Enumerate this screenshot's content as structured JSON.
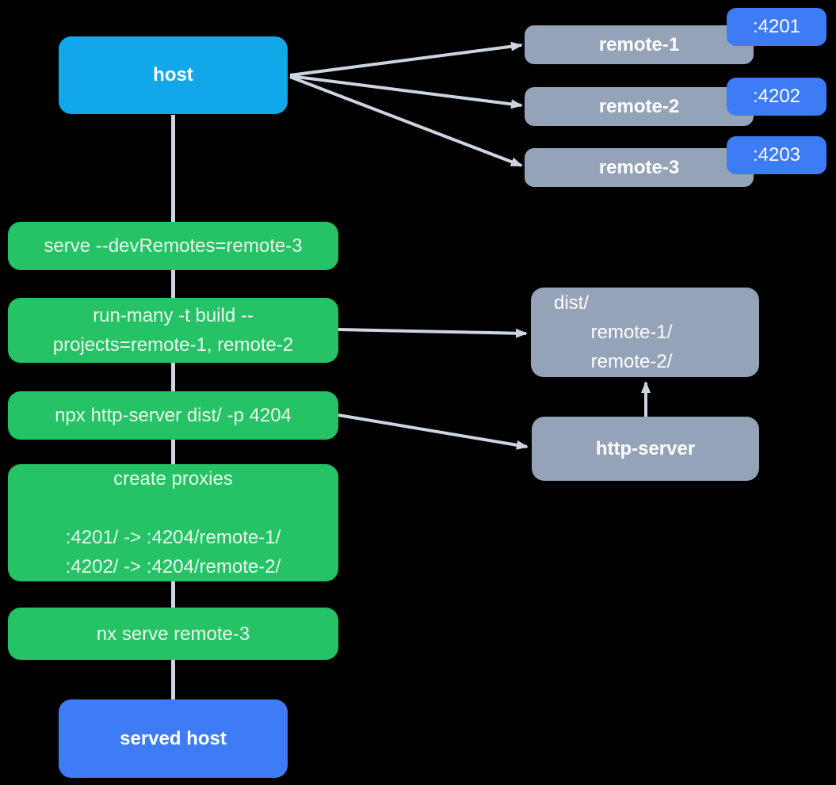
{
  "diagram": {
    "host": {
      "label": "host"
    },
    "remotes": [
      {
        "label": "remote-1",
        "port": ":4201"
      },
      {
        "label": "remote-2",
        "port": ":4202"
      },
      {
        "label": "remote-3",
        "port": ":4203"
      }
    ],
    "steps": [
      {
        "label": "serve --devRemotes=remote-3"
      },
      {
        "label": "run-many -t build --\nprojects=remote-1, remote-2"
      },
      {
        "label": "npx http-server dist/ -p 4204"
      },
      {
        "label": "create proxies\n\n:4201/ -> :4204/remote-1/\n:4202/ -> :4204/remote-2/"
      },
      {
        "label": "nx serve remote-3"
      }
    ],
    "dist_box": {
      "label": "dist/\n       remote-1/\n       remote-2/"
    },
    "http_server": {
      "label": "http-server"
    },
    "served_host": {
      "label": "served host"
    }
  },
  "colors": {
    "background": "#000000",
    "host-bg": "#12a7e8",
    "remote-bg": "#94a3b8",
    "badge-bg": "#3d7cf5",
    "step-bg": "#25c365",
    "served-bg": "#3d7cf5",
    "box-text": "#ffffff",
    "step-text": "#eaf8ef",
    "arrow": "#cdd5e1"
  }
}
